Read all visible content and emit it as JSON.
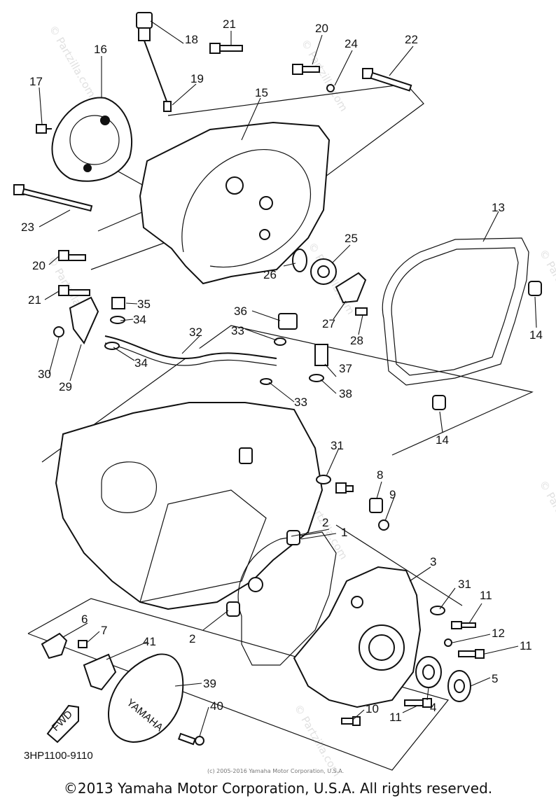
{
  "callouts": [
    "1",
    "2",
    "2",
    "3",
    "4",
    "5",
    "6",
    "7",
    "8",
    "9",
    "10",
    "11",
    "11",
    "11",
    "12",
    "13",
    "14",
    "14",
    "15",
    "16",
    "17",
    "18",
    "19",
    "20",
    "20",
    "21",
    "21",
    "22",
    "23",
    "24",
    "25",
    "26",
    "27",
    "28",
    "29",
    "30",
    "31",
    "31",
    "32",
    "33",
    "33",
    "34",
    "34",
    "35",
    "36",
    "37",
    "38",
    "39",
    "40",
    "41"
  ],
  "diagram_code": "3HP1100-9110",
  "tiny_notice": "(c) 2005-2016 Yamaha Motor Corporation, U.S.A.",
  "watermark": "© Partzilla.com",
  "cover_logo": "YAMAHA",
  "fwd_label": "FWD",
  "copyright": "©2013 Yamaha Motor Corporation, U.S.A. All rights reserved."
}
